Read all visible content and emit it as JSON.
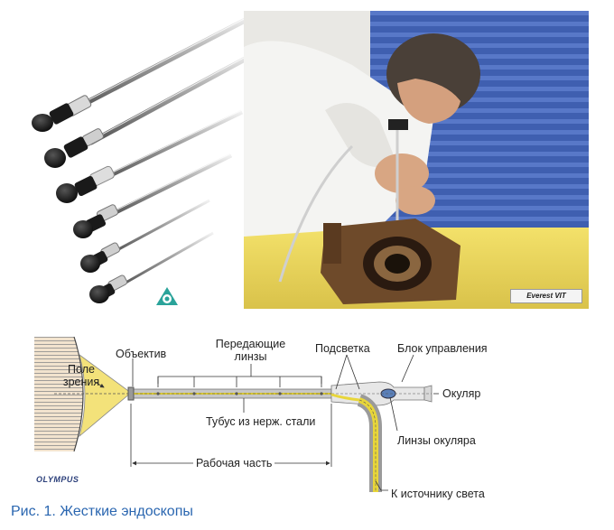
{
  "diagram": {
    "labels": {
      "field_of_view": "Поле\nзрения",
      "objective": "Объектив",
      "relay_lenses": "Передающие\nлинзы",
      "illumination": "Подсветка",
      "control_unit": "Блок управления",
      "eyepiece": "Окуляр",
      "tube": "Тубус из нерж. стали",
      "eyepiece_lenses": "Линзы окуляра",
      "working_part": "Рабочая часть",
      "light_source": "К источнику света"
    }
  },
  "logos": {
    "olympus": "OLYMPUS",
    "everest": "Everest VIT"
  },
  "caption": "Рис. 1. Жесткие эндоскопы",
  "colors": {
    "caption": "#2a66b0",
    "field_of_view": "#f3e27a",
    "light_guide": "#e8d63a",
    "tube": "#c7c7c7",
    "eyepiece_lens": "#5a7fb8",
    "wall": "#f2e3ce"
  }
}
